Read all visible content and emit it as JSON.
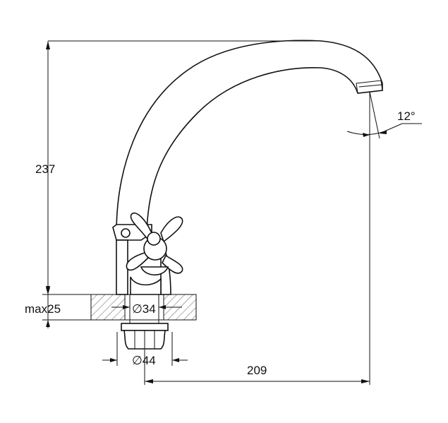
{
  "dimensions": {
    "height": "237",
    "counter_thickness": "max25",
    "hole_diameter": "∅34",
    "base_diameter": "∅44",
    "reach": "209",
    "spout_angle": "12°"
  }
}
